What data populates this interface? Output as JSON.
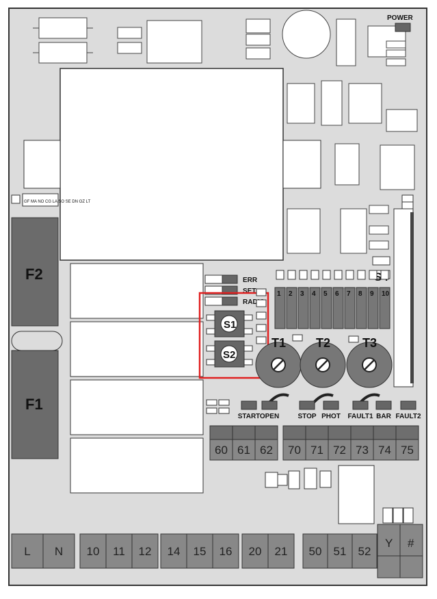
{
  "board": {
    "power_label": "POWER",
    "status_leds": [
      "ERR",
      "SET",
      "RADIO"
    ],
    "buttons": [
      "S1",
      "S2"
    ],
    "fuses": [
      "F2",
      "F1"
    ],
    "dip_switch": {
      "label": "S4",
      "numbers": [
        "1",
        "2",
        "3",
        "4",
        "5",
        "6",
        "7",
        "8",
        "9",
        "10"
      ]
    },
    "trimmers": [
      "T1",
      "T2",
      "T3"
    ],
    "input_leds": [
      "START",
      "OPEN",
      "STOP",
      "PHOT",
      "FAULT1",
      "BAR",
      "FAULT2"
    ],
    "upper_terminals": [
      "60",
      "61",
      "62",
      "70",
      "71",
      "72",
      "73",
      "74",
      "75"
    ],
    "bottom_terminals": [
      "L",
      "N",
      "10",
      "11",
      "12",
      "14",
      "15",
      "16",
      "20",
      "21",
      "50",
      "51",
      "52"
    ],
    "encoder_terminals": [
      "Y",
      "#"
    ],
    "connector_marks": [
      "GF",
      "MA",
      "NO",
      "CG",
      "LA",
      "SO",
      "SE",
      "DN",
      "OZ",
      "LT"
    ]
  },
  "colors": {
    "board": "#dcdcdc",
    "component": "#ffffff",
    "dark": "#666666",
    "highlight": "#e02020"
  }
}
